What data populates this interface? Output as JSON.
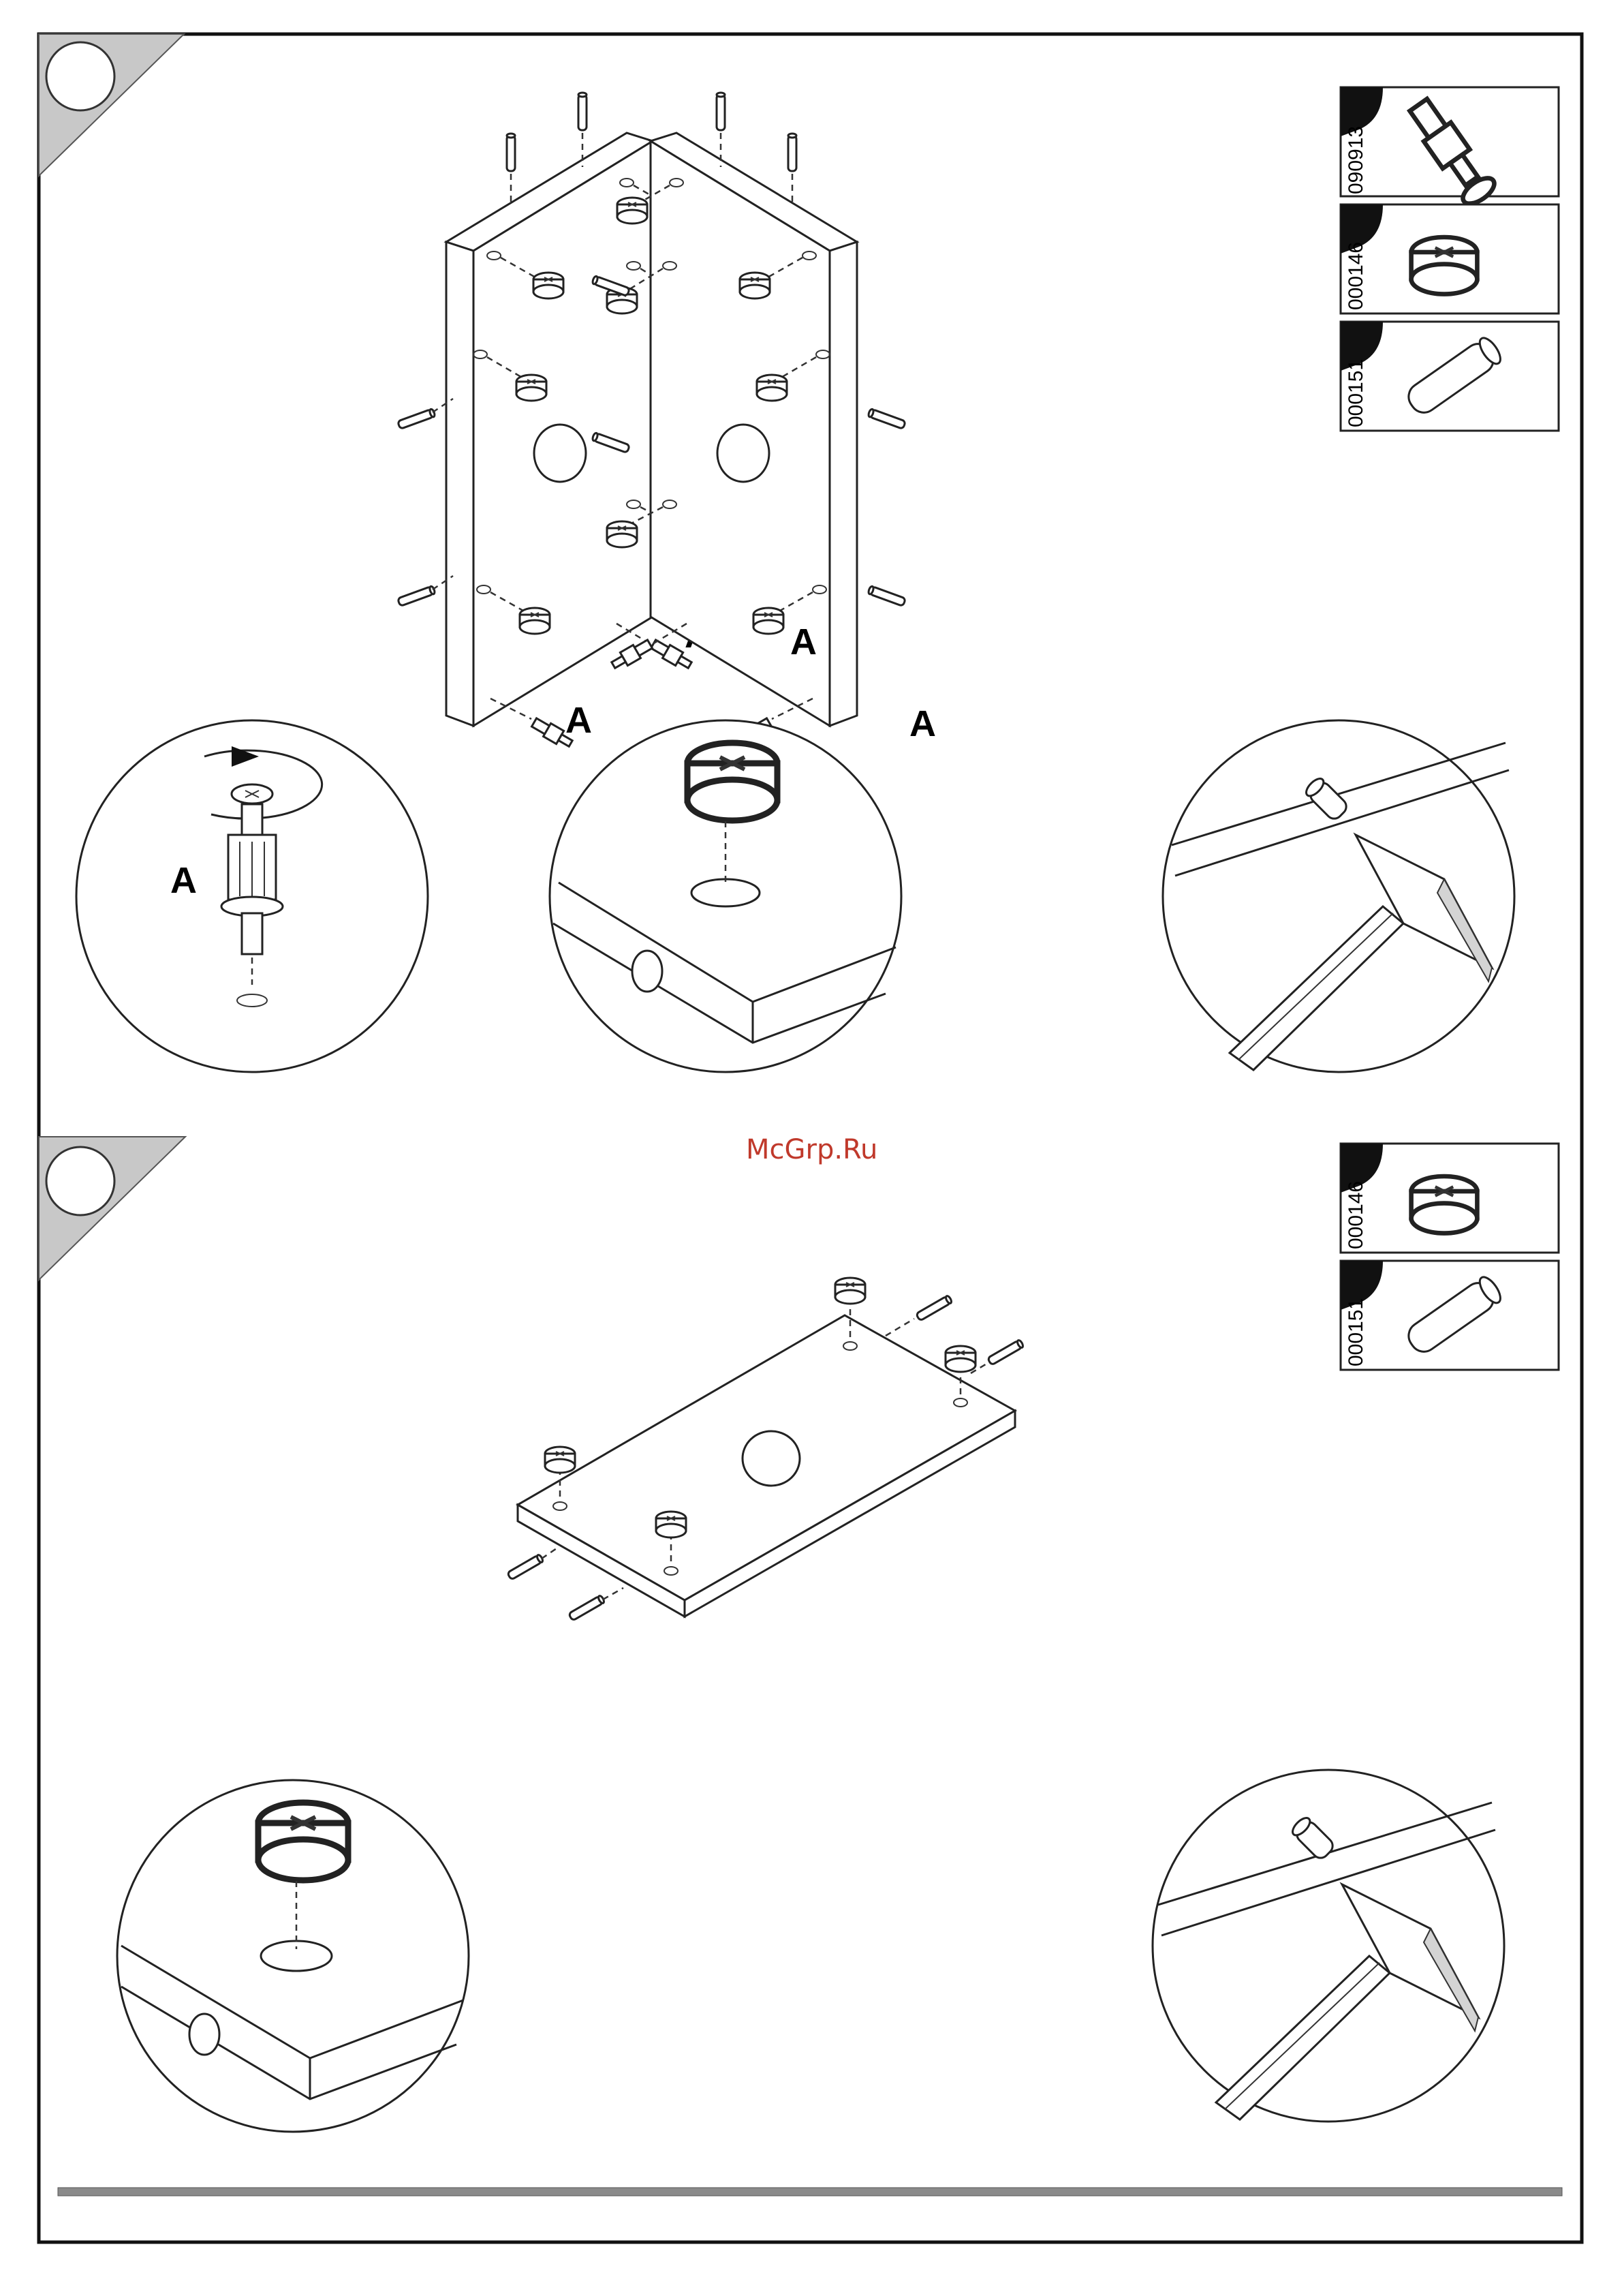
{
  "watermark": "McGrp.Ru",
  "steps": [
    {
      "callout_label": "A",
      "parts": [
        {
          "code": "090913",
          "icon": "cam-bolt-icon"
        },
        {
          "code": "000146",
          "icon": "cam-lock-icon"
        },
        {
          "code": "000151",
          "icon": "wooden-dowel-icon"
        }
      ]
    },
    {
      "parts": [
        {
          "code": "000146",
          "icon": "cam-lock-icon"
        },
        {
          "code": "000151",
          "icon": "wooden-dowel-icon"
        }
      ]
    }
  ],
  "colors": {
    "watermark": "#c0392b",
    "step_tab": "#c8c8c8",
    "bottom_bar": "#8a8a8a"
  }
}
